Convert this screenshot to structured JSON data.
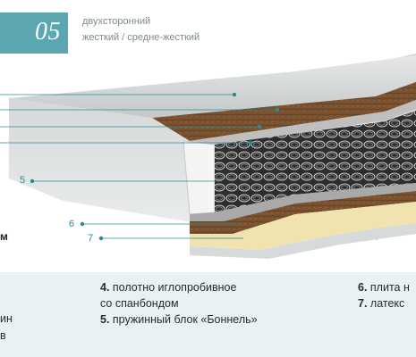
{
  "title": {
    "model_number": "05"
  },
  "subtitle": {
    "line1": "двухсторонний",
    "line2": "жесткий / средне-жесткий"
  },
  "callouts": {
    "five": "5",
    "six": "6",
    "seven": "7"
  },
  "left_fragments": {
    "m": "м",
    "in": "ин",
    "v": "в"
  },
  "legend": {
    "item4_num": "4.",
    "item4_line1": " полотно иглопробивное",
    "item4_line2": "со спанбондом",
    "item5_num": "5.",
    "item5_text": " пружинный блок «Боннель»",
    "item6_num": "6.",
    "item6_text": " плита н",
    "item7_num": "7.",
    "item7_text": " латекс"
  },
  "colors": {
    "accent": "#5aa7b2",
    "callout_line": "#2c8a96",
    "legend_bg": "#e8f1f3",
    "coir": "#7a5230",
    "latex": "#f1e3b0"
  }
}
